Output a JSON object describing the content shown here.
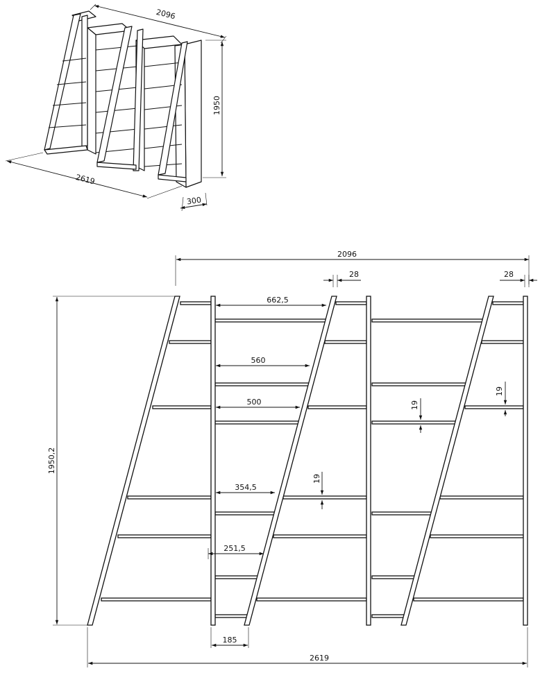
{
  "iso_dimensions": {
    "depth_width": "2096",
    "height": "1950",
    "total_width": "2619",
    "depth": "300"
  },
  "front_dimensions": {
    "inner_width": "2096",
    "panel_left": "28",
    "panel_right": "28",
    "height": "1950,2",
    "total_width": "2619",
    "foot_width": "185",
    "shelf_a": "662,5",
    "shelf_b": "560",
    "shelf_c": "500",
    "shelf_d": "354,5",
    "shelf_e": "251,5",
    "thickness_a": "19",
    "thickness_b": "19",
    "thickness_c": "19"
  }
}
